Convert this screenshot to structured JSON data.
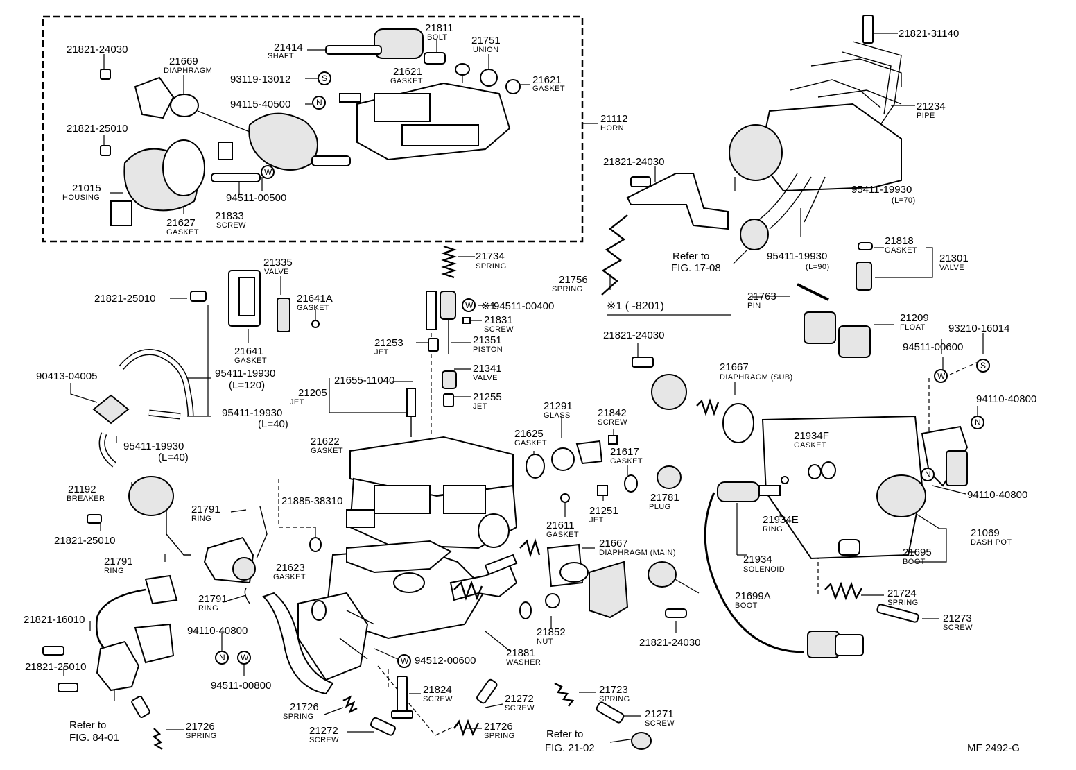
{
  "diagram": {
    "fig_code": "MF 2492-G",
    "note_range": "※1 (        -8201)",
    "callouts": [
      {
        "id": "c1",
        "num": "21821-24030",
        "name": ""
      },
      {
        "id": "c2",
        "num": "21669",
        "name": "DIAPHRAGM"
      },
      {
        "id": "c3",
        "num": "21414",
        "name": "SHAFT"
      },
      {
        "id": "c4",
        "num": "21811",
        "name": "BOLT"
      },
      {
        "id": "c5",
        "num": "21751",
        "name": "UNION"
      },
      {
        "id": "c6",
        "num": "93119-13012",
        "name": ""
      },
      {
        "id": "c7",
        "num": "21621",
        "name": "GASKET"
      },
      {
        "id": "c8",
        "num": "21621",
        "name": "GASKET"
      },
      {
        "id": "c9",
        "num": "94115-40500",
        "name": ""
      },
      {
        "id": "c10",
        "num": "21821-25010",
        "name": ""
      },
      {
        "id": "c11",
        "num": "21112",
        "name": "HORN"
      },
      {
        "id": "c12",
        "num": "21015",
        "name": "HOUSING"
      },
      {
        "id": "c13",
        "num": "94511-00500",
        "name": ""
      },
      {
        "id": "c14",
        "num": "21833",
        "name": "SCREW"
      },
      {
        "id": "c15",
        "num": "21627",
        "name": "GASKET"
      },
      {
        "id": "c16",
        "num": "21821-31140",
        "name": ""
      },
      {
        "id": "c17",
        "num": "21234",
        "name": "PIPE"
      },
      {
        "id": "c18",
        "num": "21821-24030",
        "name": ""
      },
      {
        "id": "c19",
        "num": "95411-19930",
        "name": "(L=70)"
      },
      {
        "id": "c20",
        "num": "Refer to",
        "name": "FIG. 17-08"
      },
      {
        "id": "c21",
        "num": "95411-19930",
        "name": "(L=90)"
      },
      {
        "id": "c22",
        "num": "21335",
        "name": "VALVE"
      },
      {
        "id": "c23",
        "num": "21821-25010",
        "name": ""
      },
      {
        "id": "c24",
        "num": "21641A",
        "name": "GASKET"
      },
      {
        "id": "c25",
        "num": "21641",
        "name": "GASKET"
      },
      {
        "id": "c26",
        "num": "21734",
        "name": "SPRING"
      },
      {
        "id": "c27",
        "num": "94511-00400",
        "name": "※1"
      },
      {
        "id": "c28",
        "num": "21831",
        "name": "SCREW"
      },
      {
        "id": "c29",
        "num": "21253",
        "name": "JET"
      },
      {
        "id": "c30",
        "num": "21351",
        "name": "PISTON"
      },
      {
        "id": "c31",
        "num": "21341",
        "name": "VALVE"
      },
      {
        "id": "c32",
        "num": "21255",
        "name": "JET"
      },
      {
        "id": "c33",
        "num": "21756",
        "name": "SPRING"
      },
      {
        "id": "c34",
        "num": "21818",
        "name": "GASKET"
      },
      {
        "id": "c35",
        "num": "21301",
        "name": "VALVE"
      },
      {
        "id": "c36",
        "num": "21763",
        "name": "PIN"
      },
      {
        "id": "c37",
        "num": "21209",
        "name": "FLOAT"
      },
      {
        "id": "c38",
        "num": "93210-16014",
        "name": ""
      },
      {
        "id": "c39",
        "num": "94511-00600",
        "name": ""
      },
      {
        "id": "c40",
        "num": "21821-24030",
        "name": ""
      },
      {
        "id": "c41",
        "num": "21667",
        "name": "DIAPHRAGM (SUB)"
      },
      {
        "id": "c42",
        "num": "94110-40800",
        "name": ""
      },
      {
        "id": "c43",
        "num": "90413-04005",
        "name": ""
      },
      {
        "id": "c44",
        "num": "95411-19930",
        "name": "(L=120)"
      },
      {
        "id": "c45",
        "num": "95411-19930",
        "name": "(L=40)"
      },
      {
        "id": "c46",
        "num": "95411-19930",
        "name": "(L=40)"
      },
      {
        "id": "c47",
        "num": "21205",
        "name": "JET"
      },
      {
        "id": "c48",
        "num": "21655-11040",
        "name": ""
      },
      {
        "id": "c49",
        "num": "21291",
        "name": "GLASS"
      },
      {
        "id": "c50",
        "num": "21842",
        "name": "SCREW"
      },
      {
        "id": "c51",
        "num": "21625",
        "name": "GASKET"
      },
      {
        "id": "c52",
        "num": "21617",
        "name": "GASKET"
      },
      {
        "id": "c53",
        "num": "21934F",
        "name": "GASKET"
      },
      {
        "id": "c54",
        "num": "94110-40800",
        "name": ""
      },
      {
        "id": "c55",
        "num": "21622",
        "name": "GASKET"
      },
      {
        "id": "c56",
        "num": "21192",
        "name": "BREAKER"
      },
      {
        "id": "c57",
        "num": "21821-25010",
        "name": ""
      },
      {
        "id": "c58",
        "num": "21781",
        "name": "PLUG"
      },
      {
        "id": "c59",
        "num": "21251",
        "name": "JET"
      },
      {
        "id": "c60",
        "num": "21611",
        "name": "GASKET"
      },
      {
        "id": "c61",
        "num": "21791",
        "name": "RING"
      },
      {
        "id": "c62",
        "num": "21885-38310",
        "name": ""
      },
      {
        "id": "c63",
        "num": "21791",
        "name": "RING"
      },
      {
        "id": "c64",
        "num": "21934E",
        "name": "RING"
      },
      {
        "id": "c65",
        "num": "21069",
        "name": "DASH POT"
      },
      {
        "id": "c66",
        "num": "21934",
        "name": "SOLENOID"
      },
      {
        "id": "c67",
        "num": "21695",
        "name": "BOOT"
      },
      {
        "id": "c68",
        "num": "21667",
        "name": "DIAPHRAGM (MAIN)"
      },
      {
        "id": "c69",
        "num": "21623",
        "name": "GASKET"
      },
      {
        "id": "c70",
        "num": "21791",
        "name": "RING"
      },
      {
        "id": "c71",
        "num": "21821-16010",
        "name": ""
      },
      {
        "id": "c72",
        "num": "94110-40800",
        "name": ""
      },
      {
        "id": "c73",
        "num": "21821-25010",
        "name": ""
      },
      {
        "id": "c74",
        "num": "94511-00800",
        "name": ""
      },
      {
        "id": "c75",
        "num": "94512-00600",
        "name": ""
      },
      {
        "id": "c76",
        "num": "21852",
        "name": "NUT"
      },
      {
        "id": "c77",
        "num": "21881",
        "name": "WASHER"
      },
      {
        "id": "c78",
        "num": "21699A",
        "name": "BOOT"
      },
      {
        "id": "c79",
        "num": "21821-24030",
        "name": ""
      },
      {
        "id": "c80",
        "num": "21724",
        "name": "SPRING"
      },
      {
        "id": "c81",
        "num": "21273",
        "name": "SCREW"
      },
      {
        "id": "c82",
        "num": "21824",
        "name": "SCREW"
      },
      {
        "id": "c83",
        "num": "21723",
        "name": "SPRING"
      },
      {
        "id": "c84",
        "num": "21726",
        "name": "SPRING"
      },
      {
        "id": "c85",
        "num": "21272",
        "name": "SCREW"
      },
      {
        "id": "c86",
        "num": "21271",
        "name": "SCREW"
      },
      {
        "id": "c87",
        "num": "21272",
        "name": "SCREW"
      },
      {
        "id": "c88",
        "num": "21726",
        "name": "SPRING"
      },
      {
        "id": "c89",
        "num": "Refer to",
        "name": "FIG. 84-01"
      },
      {
        "id": "c90",
        "num": "21726",
        "name": "SPRING"
      },
      {
        "id": "c91",
        "num": "Refer to",
        "name": "FIG. 21-02"
      }
    ],
    "symbols": [
      {
        "id": "s1",
        "glyph": "S"
      },
      {
        "id": "s2",
        "glyph": "N"
      },
      {
        "id": "s3",
        "glyph": "W"
      },
      {
        "id": "s4",
        "glyph": "W"
      },
      {
        "id": "s5",
        "glyph": "W"
      },
      {
        "id": "s6",
        "glyph": "S"
      },
      {
        "id": "s7",
        "glyph": "N"
      },
      {
        "id": "s8",
        "glyph": "N"
      },
      {
        "id": "s9",
        "glyph": "N"
      },
      {
        "id": "s10",
        "glyph": "W"
      },
      {
        "id": "s11",
        "glyph": "W"
      }
    ]
  }
}
